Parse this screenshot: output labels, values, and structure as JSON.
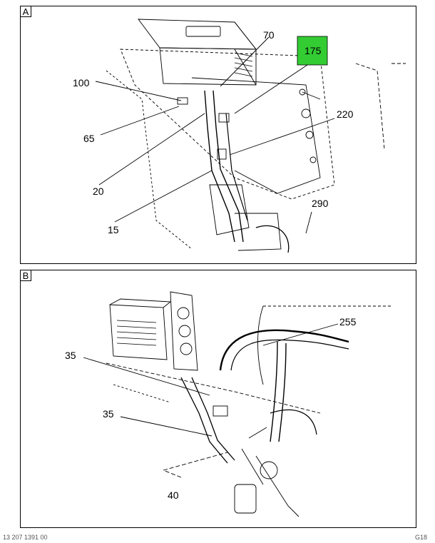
{
  "panels": [
    {
      "label": "A",
      "callouts": [
        "70",
        "175",
        "100",
        "65",
        "220",
        "20",
        "290",
        "15"
      ],
      "highlight": {
        "callout": "175",
        "color": "#33cc33"
      }
    },
    {
      "label": "B",
      "callouts": [
        "255",
        "35",
        "35",
        "40"
      ]
    }
  ],
  "footer": {
    "left": "13 207 1391 00",
    "right": "G18"
  }
}
